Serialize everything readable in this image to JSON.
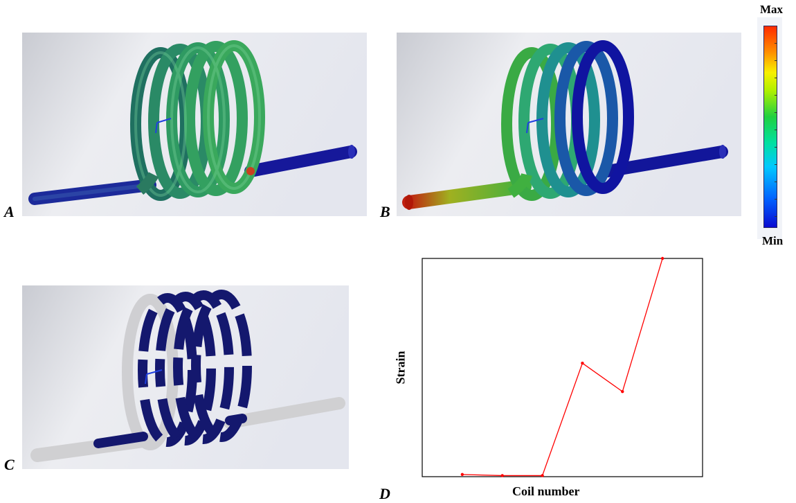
{
  "panels": {
    "a": {
      "label": "A"
    },
    "b": {
      "label": "B"
    },
    "c": {
      "label": "C"
    },
    "d": {
      "label": "D"
    }
  },
  "color_scale": {
    "max_label": "Max",
    "min_label": "Min",
    "colors": [
      "#0a0ad0",
      "#0060ff",
      "#00c8ff",
      "#00e0a0",
      "#20d040",
      "#b0f000",
      "#f8f000",
      "#ff9000",
      "#ff2a00"
    ]
  },
  "chart_data": {
    "type": "line",
    "xlabel": "Coil number",
    "ylabel": "Strain",
    "x": [
      1,
      2,
      3,
      4,
      5,
      6
    ],
    "series": [
      {
        "values": [
          0.01,
          0.005,
          0.005,
          0.52,
          0.39,
          1.0
        ],
        "color": "#ff0000"
      }
    ],
    "xlim": [
      0,
      7
    ],
    "ylim": [
      0,
      1
    ],
    "grid": false,
    "ticks_shown": false
  }
}
